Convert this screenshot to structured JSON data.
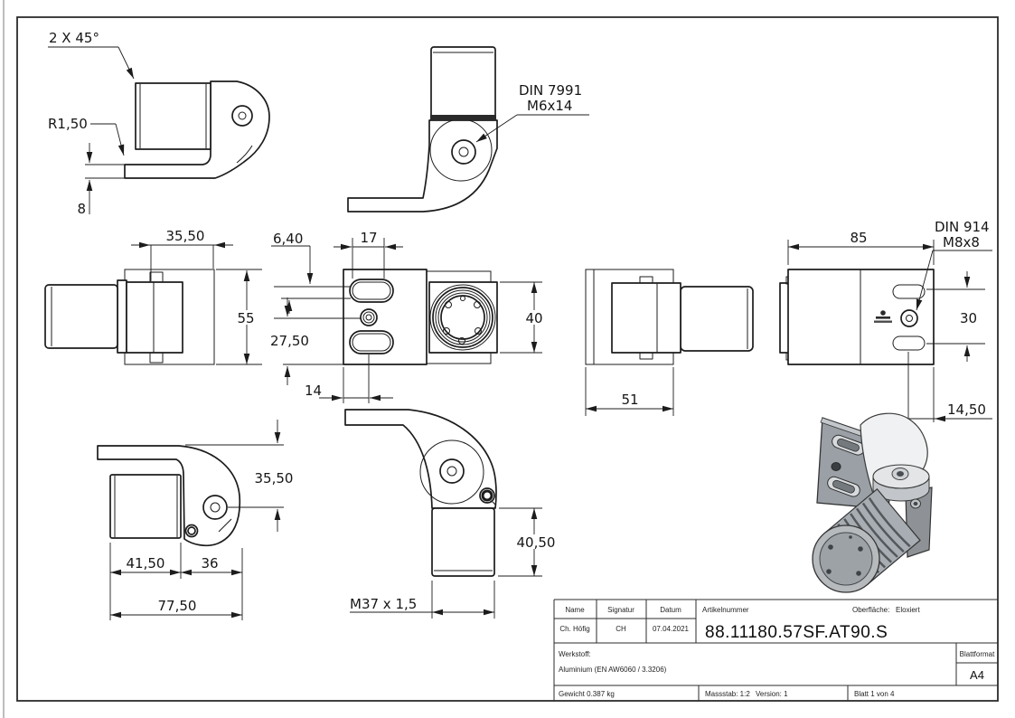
{
  "drawing": {
    "top_left_view": {
      "chamfer_label": "2 X 45°",
      "radius_label": "R1,50",
      "thickness_dim": "8"
    },
    "top_center_view": {
      "screw_spec_line1": "DIN 7991",
      "screw_spec_line2": "M6x14"
    },
    "middle_left_view": {
      "width_dim": "35,50",
      "height_dim": "55"
    },
    "middle_center_view": {
      "slot_width_dim": "6,40",
      "slot_length_dim": "17",
      "hole_offset_dim": "27,50",
      "hole_x_dim": "14",
      "cylinder_dia_dim": "40"
    },
    "middle_right_view": {
      "depth_dim": "51"
    },
    "far_right_view": {
      "setscrew_spec_line1": "DIN 914",
      "setscrew_spec_line2": "M8x8",
      "width_dim": "85",
      "slot_spacing_dim": "30",
      "slot_edge_dim": "14,50"
    },
    "bottom_left_view": {
      "height_dim": "35,50",
      "body_len_dim": "41,50",
      "hook_len_dim": "36",
      "total_len_dim": "77,50"
    },
    "bottom_center_view": {
      "cylinder_len_dim": "40,50",
      "thread_dim": "M37 x 1,5"
    }
  },
  "title_block": {
    "name_label": "Name",
    "signatur_label": "Signatur",
    "datum_label": "Datum",
    "name_value": "Ch. Höfig",
    "signatur_value": "CH",
    "datum_value": "07.04.2021",
    "artikelnummer_label": "Artikelnummer",
    "artikelnummer_value": "88.11180.57SF.AT90.S",
    "oberflaeche_label": "Oberfläche:",
    "oberflaeche_value": "Eloxiert",
    "werkstoff_label": "Werkstoff:",
    "werkstoff_value": "Aluminium (EN AW6060 / 3.3206)",
    "blattformat_label": "Blattformat",
    "blattformat_value": "A4",
    "gewicht": "Gewicht 0.387 kg",
    "massstab": "Massstab: 1:2",
    "version": "Version: 1",
    "blatt": "Blatt 1 von 4"
  }
}
